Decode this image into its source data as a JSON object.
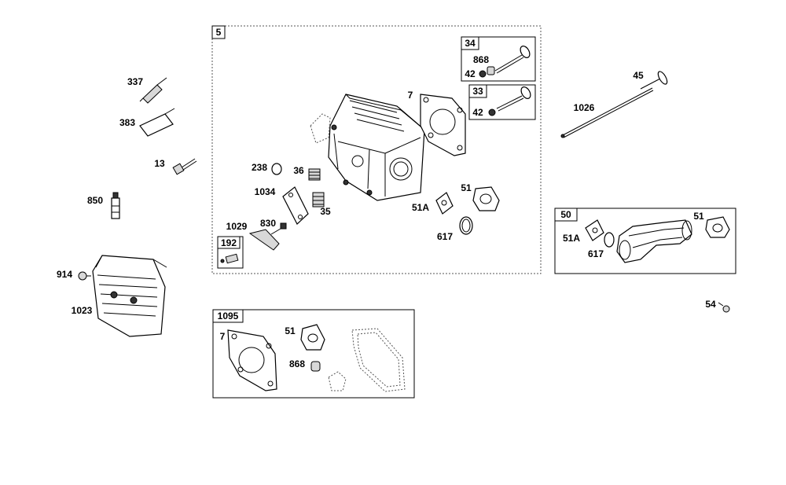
{
  "groups": {
    "g5": "5",
    "g34": "34",
    "g33": "33",
    "g50": "50",
    "g192": "192",
    "g1095": "1095"
  },
  "labels": {
    "p337": "337",
    "p383": "383",
    "p13": "13",
    "p850": "850",
    "p914": "914",
    "p1023": "1023",
    "p7": "7",
    "p238": "238",
    "p36": "36",
    "p1034": "1034",
    "p35": "35",
    "p1029": "1029",
    "p830": "830",
    "p51": "51",
    "p51A": "51A",
    "p617": "617",
    "p868": "868",
    "p42a": "42",
    "p42b": "42",
    "p1026": "1026",
    "p45": "45",
    "p50_51": "51",
    "p50_51A": "51A",
    "p50_617": "617",
    "p54": "54",
    "k7": "7",
    "k51": "51",
    "k868": "868"
  }
}
